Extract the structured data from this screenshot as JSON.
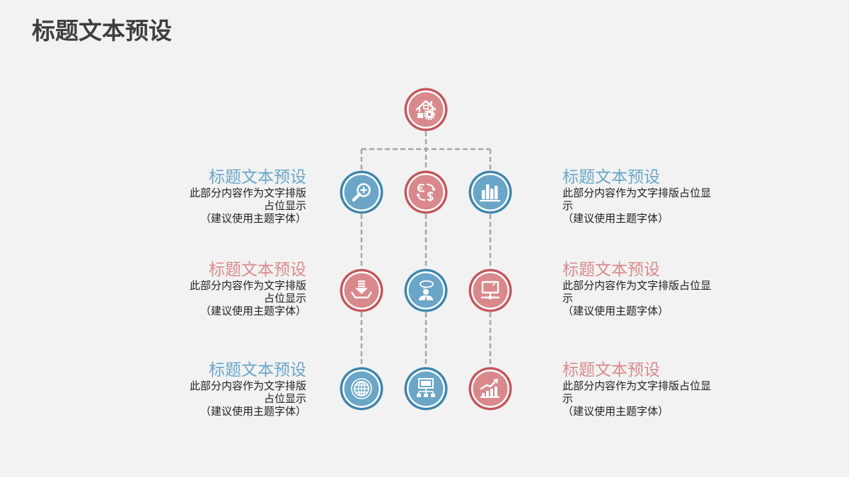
{
  "slide": {
    "title": "标题文本预设"
  },
  "palette": {
    "bg": "#f2f2f2",
    "title_text": "#3f3f3f",
    "body_text": "#1e1e1e",
    "connector": "#a6a6a6",
    "blue_ring": "#3e86ad",
    "blue_fill": "#6ba6c8",
    "blue_title": "#6aa6c9",
    "red_ring": "#c2575b",
    "red_fill": "#d9898c",
    "red_title": "#d98a8d"
  },
  "diagram": {
    "root": {
      "icon": "house-gear-icon",
      "accent": "red"
    },
    "rows": [
      [
        {
          "icon": "magnifier-plus-icon",
          "accent": "blue"
        },
        {
          "icon": "currency-exchange-icon",
          "accent": "red"
        },
        {
          "icon": "bar-chart-icon",
          "accent": "blue"
        }
      ],
      [
        {
          "icon": "download-tray-icon",
          "accent": "red"
        },
        {
          "icon": "person-speech-icon",
          "accent": "blue"
        },
        {
          "icon": "monitor-icon",
          "accent": "red"
        }
      ],
      [
        {
          "icon": "globe-icon",
          "accent": "blue"
        },
        {
          "icon": "network-computer-icon",
          "accent": "blue"
        },
        {
          "icon": "growth-chart-icon",
          "accent": "red"
        }
      ]
    ]
  },
  "blocks": {
    "left": [
      {
        "title": "标题文本预设",
        "body": "此部分内容作为文字排版占位显示",
        "note": "（建议使用主题字体）",
        "accent": "blue"
      },
      {
        "title": "标题文本预设",
        "body": "此部分内容作为文字排版占位显示",
        "note": "（建议使用主题字体）",
        "accent": "red"
      },
      {
        "title": "标题文本预设",
        "body": "此部分内容作为文字排版占位显示",
        "note": "（建议使用主题字体）",
        "accent": "blue"
      }
    ],
    "right": [
      {
        "title": "标题文本预设",
        "body": "此部分内容作为文字排版占位显示",
        "note": "（建议使用主题字体）",
        "accent": "blue"
      },
      {
        "title": "标题文本预设",
        "body": "此部分内容作为文字排版占位显示",
        "note": "（建议使用主题字体）",
        "accent": "red"
      },
      {
        "title": "标题文本预设",
        "body": "此部分内容作为文字排版占位显示",
        "note": "（建议使用主题字体）",
        "accent": "red"
      }
    ]
  }
}
